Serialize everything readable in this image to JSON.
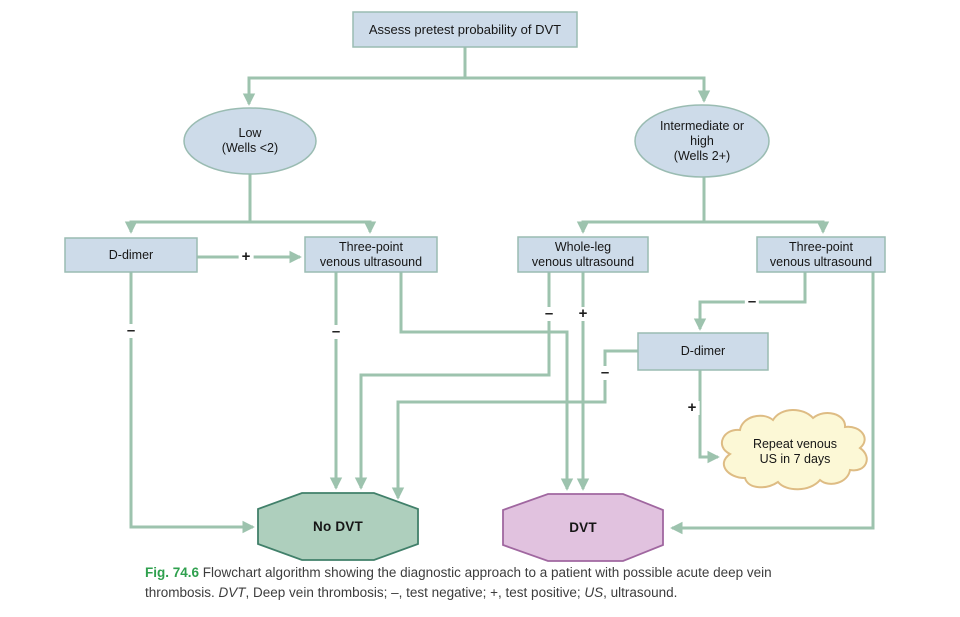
{
  "figure": {
    "nodes": {
      "assess": "Assess pretest probability of DVT",
      "low": "Low\n(Wells <2)",
      "intermediate": "Intermediate or\nhigh\n(Wells 2+)",
      "ddimer_left": "D-dimer",
      "three_point_left": "Three-point\nvenous ultrasound",
      "whole_leg": "Whole-leg\nvenous ultrasound",
      "three_point_right": "Three-point\nvenous ultrasound",
      "ddimer_right": "D-dimer",
      "repeat_us": "Repeat venous\nUS in 7 days",
      "no_dvt": "No DVT",
      "dvt": "DVT"
    },
    "edge_labels": {
      "ddimer_left_pos": "+",
      "ddimer_left_neg": "–",
      "three_point_left_neg": "–",
      "whole_leg_neg": "–",
      "whole_leg_pos": "+",
      "three_point_right_neg": "–",
      "ddimer_right_neg": "–",
      "ddimer_right_pos": "+"
    },
    "palette": {
      "node_fill": "#cddbe9",
      "node_border": "#9abcb2",
      "connector": "#9dc3ae",
      "no_dvt_fill": "#aecfbd",
      "no_dvt_border": "#41806a",
      "dvt_fill": "#e1c2df",
      "dvt_border": "#a067a0",
      "cloud_fill": "#fcf8d6",
      "cloud_border": "#debc84",
      "caption_accent": "#2fa04e"
    }
  },
  "caption": {
    "fig": "Fig. 74.6",
    "text1": " Flowchart algorithm showing the diagnostic approach to a patient with possible acute deep vein thrombosis. ",
    "dvt": "DVT",
    "text2": ", Deep vein thrombosis; –, test negative; +, test positive; ",
    "us": "US",
    "text3": ", ultrasound."
  }
}
